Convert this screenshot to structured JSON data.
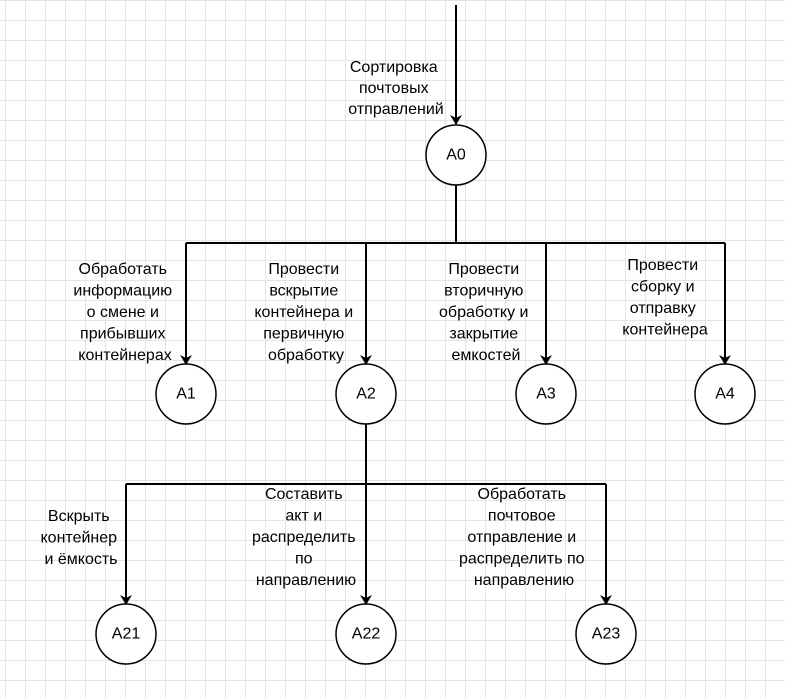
{
  "root": {
    "id": "A0",
    "caption": [
      "Сортировка",
      "почтовых",
      "отправлений"
    ]
  },
  "level1": [
    {
      "id": "A1",
      "caption": [
        "Обработать",
        "информацию",
        "о смене и",
        "прибывших",
        "контейнерах"
      ]
    },
    {
      "id": "A2",
      "caption": [
        "Провести",
        "вскрытие",
        "контейнера и",
        "первичную",
        "обработку"
      ]
    },
    {
      "id": "A3",
      "caption": [
        "Провести",
        "вторичную",
        "обработку и",
        "закрытие",
        "емкостей"
      ]
    },
    {
      "id": "A4",
      "caption": [
        "Провести",
        "сборку и",
        "отправку",
        "контейнера"
      ]
    }
  ],
  "level2": [
    {
      "id": "A21",
      "caption": [
        "Вскрыть",
        "контейнер",
        "и ёмкость"
      ]
    },
    {
      "id": "A22",
      "caption": [
        "Составить",
        "акт и",
        "распределить",
        "по",
        "направлению"
      ]
    },
    {
      "id": "A23",
      "caption": [
        "Обработать",
        "почтовое",
        "отправление и",
        "распределить по",
        "направлению"
      ]
    }
  ],
  "colors": {
    "stroke": "#000000",
    "fill": "#ffffff",
    "grid": "#e4e4e4"
  }
}
